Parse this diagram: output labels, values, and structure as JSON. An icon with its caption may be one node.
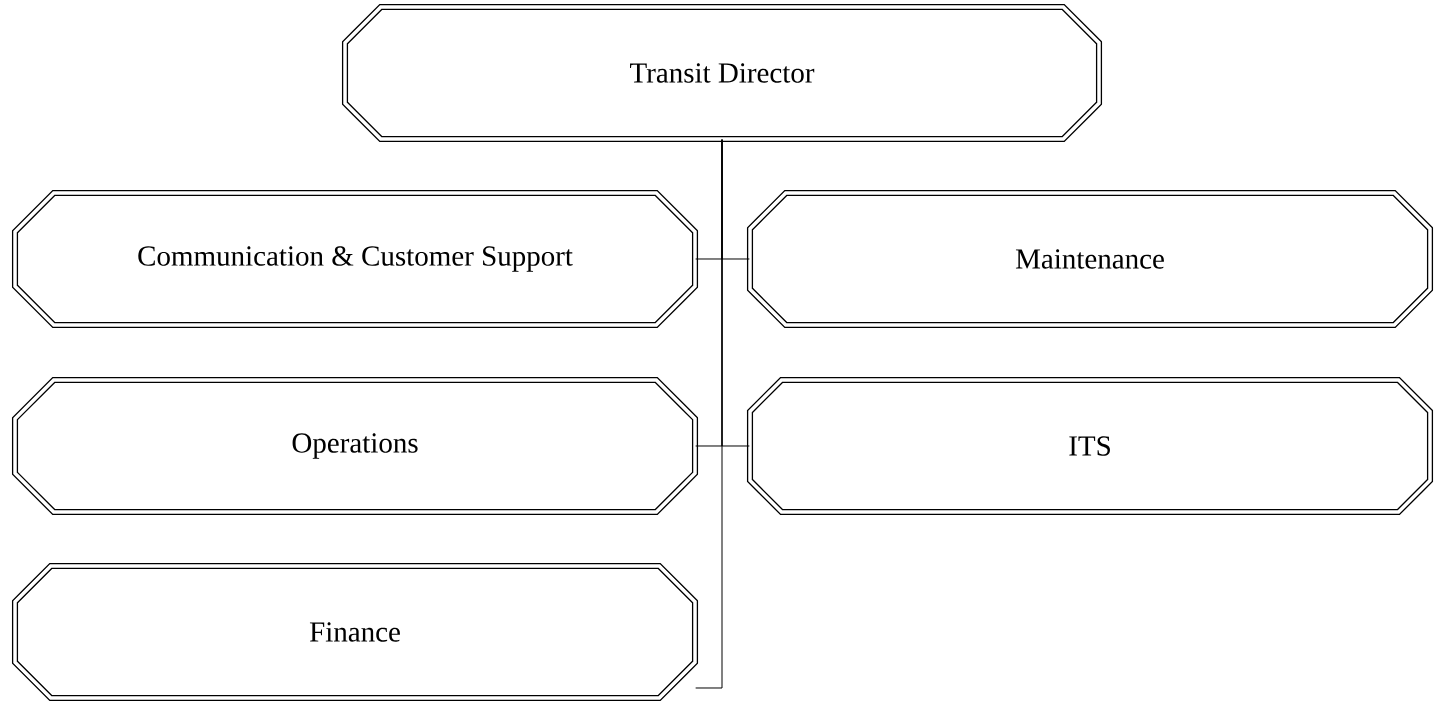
{
  "diagram": {
    "nodes": [
      {
        "text": [
          "Transit Director"
        ]
      },
      {
        "text": [
          "Communication & Customer Support"
        ]
      },
      {
        "text": [
          "Maintenance"
        ]
      },
      {
        "text": [
          "Operations"
        ]
      },
      {
        "text": [
          "ITS"
        ]
      },
      {
        "text": [
          "Finance"
        ]
      }
    ],
    "edges": [
      {
        "from": 0,
        "to": 1,
        "arrow": "none"
      },
      {
        "from": 0,
        "to": 2,
        "arrow": "none"
      },
      {
        "from": 0,
        "to": 3,
        "arrow": "none"
      },
      {
        "from": 0,
        "to": 4,
        "arrow": "none"
      },
      {
        "from": 0,
        "to": 5,
        "arrow": "none"
      }
    ]
  }
}
